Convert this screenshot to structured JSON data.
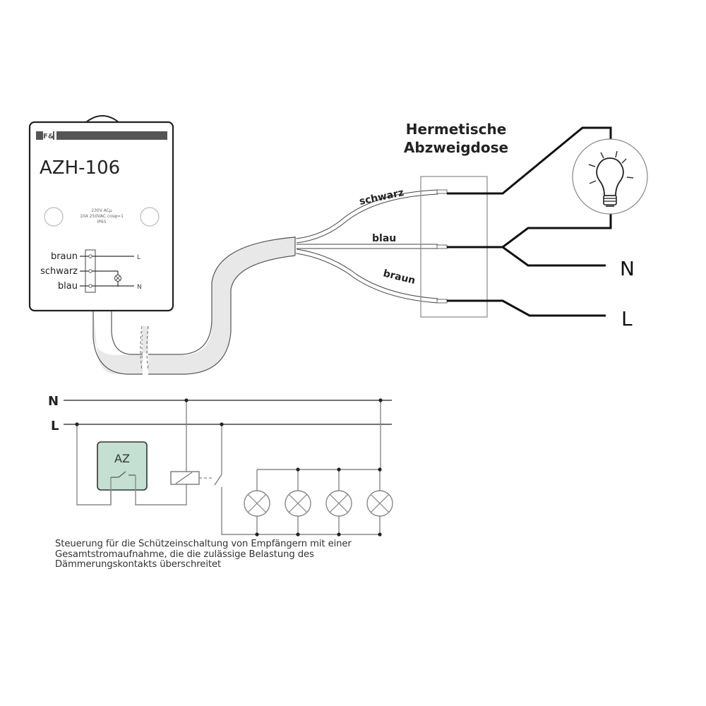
{
  "device": {
    "model": "AZH-106",
    "spec_lines": [
      "230V ACµ",
      "10A 250VAC cosφ=1",
      "IP65"
    ],
    "terminal_labels": [
      "braun",
      "schwarz",
      "blau"
    ],
    "output_labels": {
      "L": "L",
      "N": "N"
    }
  },
  "junction_box": {
    "title_line1": "Hermetische",
    "title_line2": "Abzweigdose"
  },
  "wires": {
    "black": "schwarz",
    "blue": "blau",
    "brown": "braun"
  },
  "mains": {
    "neutral": "N",
    "line": "L"
  },
  "schematic": {
    "rail_n": "N",
    "rail_l": "L",
    "controller_label": "AZ",
    "lamp_count": 4,
    "controller_color": "#c4e0d2"
  },
  "caption": {
    "line1": "Steuerung für die Schützeinschaltung von Empfängern mit einer",
    "line2": "Gesamtstromaufnahme, die die zulässige Belastung des",
    "line3": "Dämmerungskontakts überschreitet"
  }
}
